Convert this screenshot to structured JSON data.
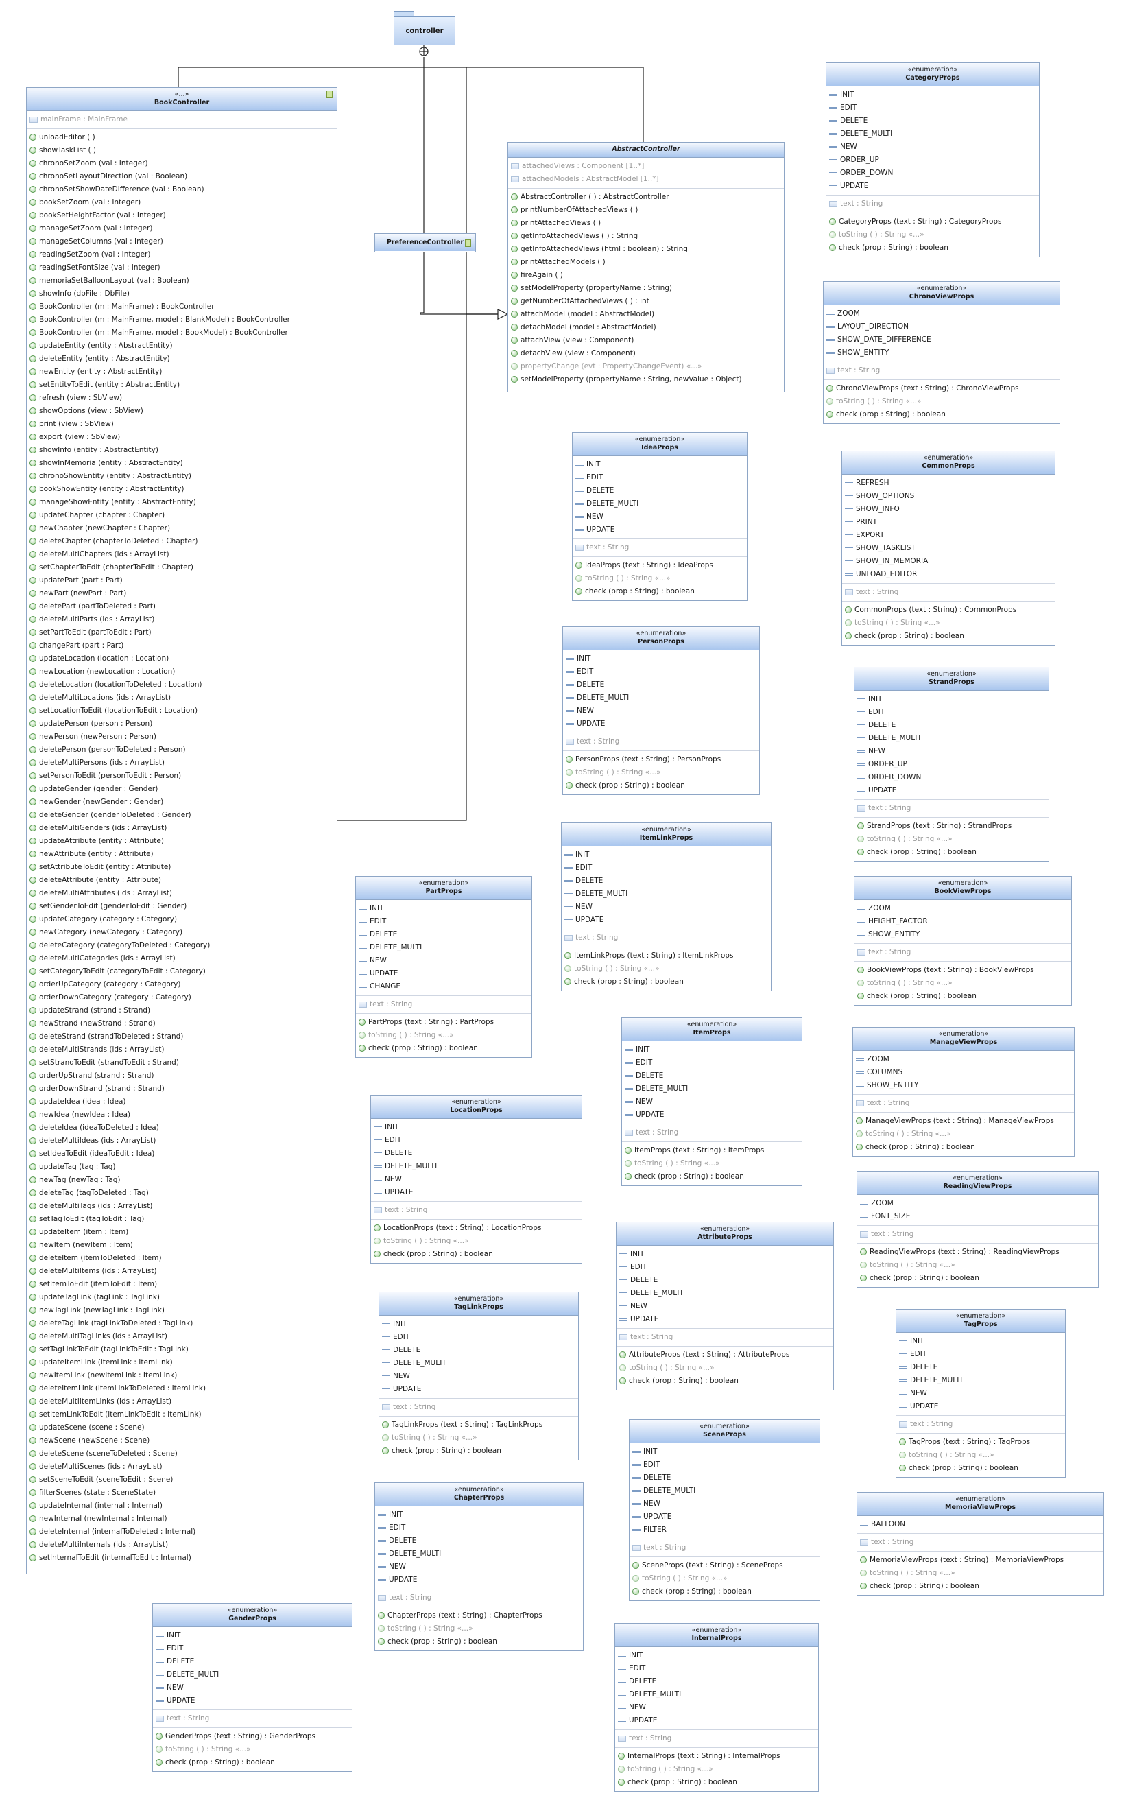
{
  "diagram": {
    "package": {
      "name": "controller"
    },
    "book_controller": {
      "stereotype": "«...»",
      "name": "BookController",
      "attributes": [
        "mainFrame : MainFrame"
      ],
      "operations": [
        "unloadEditor ( )",
        "showTaskList ( )",
        "chronoSetZoom (val : Integer)",
        "chronoSetLayoutDirection (val : Boolean)",
        "chronoSetShowDateDifference (val : Boolean)",
        "bookSetZoom (val : Integer)",
        "bookSetHeightFactor (val : Integer)",
        "manageSetZoom (val : Integer)",
        "manageSetColumns (val : Integer)",
        "readingSetZoom (val : Integer)",
        "readingSetFontSize (val : Integer)",
        "memoriaSetBalloonLayout (val : Boolean)",
        "showInfo (dbFile : DbFile)",
        "BookController (m : MainFrame) : BookController",
        "BookController (m : MainFrame, model : BlankModel) : BookController",
        "BookController (m : MainFrame, model : BookModel) : BookController",
        "updateEntity (entity : AbstractEntity)",
        "deleteEntity (entity : AbstractEntity)",
        "newEntity (entity : AbstractEntity)",
        "setEntityToEdit (entity : AbstractEntity)",
        "refresh (view : SbView)",
        "showOptions (view : SbView)",
        "print (view : SbView)",
        "export (view : SbView)",
        "showInfo (entity : AbstractEntity)",
        "showInMemoria (entity : AbstractEntity)",
        "chronoShowEntity (entity : AbstractEntity)",
        "bookShowEntity (entity : AbstractEntity)",
        "manageShowEntity (entity : AbstractEntity)",
        "updateChapter (chapter : Chapter)",
        "newChapter (newChapter : Chapter)",
        "deleteChapter (chapterToDeleted : Chapter)",
        "deleteMultiChapters (ids : ArrayList)",
        "setChapterToEdit (chapterToEdit : Chapter)",
        "updatePart (part : Part)",
        "newPart (newPart : Part)",
        "deletePart (partToDeleted : Part)",
        "deleteMultiParts (ids : ArrayList)",
        "setPartToEdit (partToEdit : Part)",
        "changePart (part : Part)",
        "updateLocation (location : Location)",
        "newLocation (newLocation : Location)",
        "deleteLocation (locationToDeleted : Location)",
        "deleteMultiLocations (ids : ArrayList)",
        "setLocationToEdit (locationToEdit : Location)",
        "updatePerson (person : Person)",
        "newPerson (newPerson : Person)",
        "deletePerson (personToDeleted : Person)",
        "deleteMultiPersons (ids : ArrayList)",
        "setPersonToEdit (personToEdit : Person)",
        "updateGender (gender : Gender)",
        "newGender (newGender : Gender)",
        "deleteGender (genderToDeleted : Gender)",
        "deleteMultiGenders (ids : ArrayList)",
        "updateAttribute (entity : Attribute)",
        "newAttribute (entity : Attribute)",
        "setAttributeToEdit (entity : Attribute)",
        "deleteAttribute (entity : Attribute)",
        "deleteMultiAttributes (ids : ArrayList)",
        "setGenderToEdit (genderToEdit : Gender)",
        "updateCategory (category : Category)",
        "newCategory (newCategory : Category)",
        "deleteCategory (categoryToDeleted : Category)",
        "deleteMultiCategories (ids : ArrayList)",
        "setCategoryToEdit (categoryToEdit : Category)",
        "orderUpCategory (category : Category)",
        "orderDownCategory (category : Category)",
        "updateStrand (strand : Strand)",
        "newStrand (newStrand : Strand)",
        "deleteStrand (strandToDeleted : Strand)",
        "deleteMultiStrands (ids : ArrayList)",
        "setStrandToEdit (strandToEdit : Strand)",
        "orderUpStrand (strand : Strand)",
        "orderDownStrand (strand : Strand)",
        "updateIdea (idea : Idea)",
        "newIdea (newIdea : Idea)",
        "deleteIdea (ideaToDeleted : Idea)",
        "deleteMultiIdeas (ids : ArrayList)",
        "setIdeaToEdit (ideaToEdit : Idea)",
        "updateTag (tag : Tag)",
        "newTag (newTag : Tag)",
        "deleteTag (tagToDeleted : Tag)",
        "deleteMultiTags (ids : ArrayList)",
        "setTagToEdit (tagToEdit : Tag)",
        "updateItem (item : Item)",
        "newItem (newItem : Item)",
        "deleteItem (itemToDeleted : Item)",
        "deleteMultiItems (ids : ArrayList)",
        "setItemToEdit (itemToEdit : Item)",
        "updateTagLink (tagLink : TagLink)",
        "newTagLink (newTagLink : TagLink)",
        "deleteTagLink (tagLinkToDeleted : TagLink)",
        "deleteMultiTagLinks (ids : ArrayList)",
        "setTagLinkToEdit (tagLinkToEdit : TagLink)",
        "updateItemLink (itemLink : ItemLink)",
        "newItemLink (newItemLink : ItemLink)",
        "deleteItemLink (itemLinkToDeleted : ItemLink)",
        "deleteMultiItemLinks (ids : ArrayList)",
        "setItemLinkToEdit (itemLinkToEdit : ItemLink)",
        "updateScene (scene : Scene)",
        "newScene (newScene : Scene)",
        "deleteScene (sceneToDeleted : Scene)",
        "deleteMultiScenes (ids : ArrayList)",
        "setSceneToEdit (sceneToEdit : Scene)",
        "filterScenes (state : SceneState)",
        "updateInternal (internal : Internal)",
        "newInternal (newInternal : Internal)",
        "deleteInternal (internalToDeleted : Internal)",
        "deleteMultiInternals (ids : ArrayList)",
        "setInternalToEdit (internalToEdit : Internal)"
      ]
    },
    "preference_controller": {
      "name": "PreferenceController"
    },
    "abstract_controller": {
      "name": "AbstractController",
      "attributes": [
        "attachedViews : Component [1..*]",
        "attachedModels : AbstractModel [1..*]"
      ],
      "operations": [
        "AbstractController ( ) : AbstractController",
        "printNumberOfAttachedViews ( )",
        "printAttachedViews ( )",
        "getInfoAttachedViews ( ) : String",
        "getInfoAttachedViews (html : boolean) : String",
        "printAttachedModels ( )",
        "fireAgain ( )",
        "setModelProperty (propertyName : String)",
        "getNumberOfAttachedViews ( ) : int",
        "attachModel (model : AbstractModel)",
        "detachModel (model : AbstractModel)",
        "attachView (view : Component)",
        "detachView (view : Component)",
        "propertyChange (evt : PropertyChangeEvent) «...»",
        "setModelProperty (propertyName : String, newValue : Object)"
      ]
    },
    "enums": [
      {
        "name": "CategoryProps",
        "literals": [
          "INIT",
          "EDIT",
          "DELETE",
          "DELETE_MULTI",
          "NEW",
          "ORDER_UP",
          "ORDER_DOWN",
          "UPDATE"
        ]
      },
      {
        "name": "ChronoViewProps",
        "literals": [
          "ZOOM",
          "LAYOUT_DIRECTION",
          "SHOW_DATE_DIFFERENCE",
          "SHOW_ENTITY"
        ]
      },
      {
        "name": "IdeaProps",
        "literals": [
          "INIT",
          "EDIT",
          "DELETE",
          "DELETE_MULTI",
          "NEW",
          "UPDATE"
        ]
      },
      {
        "name": "CommonProps",
        "literals": [
          "REFRESH",
          "SHOW_OPTIONS",
          "SHOW_INFO",
          "PRINT",
          "EXPORT",
          "SHOW_TASKLIST",
          "SHOW_IN_MEMORIA",
          "UNLOAD_EDITOR"
        ]
      },
      {
        "name": "PersonProps",
        "literals": [
          "INIT",
          "EDIT",
          "DELETE",
          "DELETE_MULTI",
          "NEW",
          "UPDATE"
        ]
      },
      {
        "name": "StrandProps",
        "literals": [
          "INIT",
          "EDIT",
          "DELETE",
          "DELETE_MULTI",
          "NEW",
          "ORDER_UP",
          "ORDER_DOWN",
          "UPDATE"
        ]
      },
      {
        "name": "ItemLinkProps",
        "literals": [
          "INIT",
          "EDIT",
          "DELETE",
          "DELETE_MULTI",
          "NEW",
          "UPDATE"
        ]
      },
      {
        "name": "PartProps",
        "literals": [
          "INIT",
          "EDIT",
          "DELETE",
          "DELETE_MULTI",
          "NEW",
          "UPDATE",
          "CHANGE"
        ]
      },
      {
        "name": "BookViewProps",
        "literals": [
          "ZOOM",
          "HEIGHT_FACTOR",
          "SHOW_ENTITY"
        ]
      },
      {
        "name": "ItemProps",
        "literals": [
          "INIT",
          "EDIT",
          "DELETE",
          "DELETE_MULTI",
          "NEW",
          "UPDATE"
        ]
      },
      {
        "name": "ManageViewProps",
        "literals": [
          "ZOOM",
          "COLUMNS",
          "SHOW_ENTITY"
        ]
      },
      {
        "name": "LocationProps",
        "literals": [
          "INIT",
          "EDIT",
          "DELETE",
          "DELETE_MULTI",
          "NEW",
          "UPDATE"
        ]
      },
      {
        "name": "ReadingViewProps",
        "literals": [
          "ZOOM",
          "FONT_SIZE"
        ]
      },
      {
        "name": "AttributeProps",
        "literals": [
          "INIT",
          "EDIT",
          "DELETE",
          "DELETE_MULTI",
          "NEW",
          "UPDATE"
        ]
      },
      {
        "name": "TagLinkProps",
        "literals": [
          "INIT",
          "EDIT",
          "DELETE",
          "DELETE_MULTI",
          "NEW",
          "UPDATE"
        ]
      },
      {
        "name": "TagProps",
        "literals": [
          "INIT",
          "EDIT",
          "DELETE",
          "DELETE_MULTI",
          "NEW",
          "UPDATE"
        ]
      },
      {
        "name": "SceneProps",
        "literals": [
          "INIT",
          "EDIT",
          "DELETE",
          "DELETE_MULTI",
          "NEW",
          "UPDATE",
          "FILTER"
        ]
      },
      {
        "name": "ChapterProps",
        "literals": [
          "INIT",
          "EDIT",
          "DELETE",
          "DELETE_MULTI",
          "NEW",
          "UPDATE"
        ]
      },
      {
        "name": "MemoriaViewProps",
        "literals": [
          "BALLOON"
        ]
      },
      {
        "name": "GenderProps",
        "literals": [
          "INIT",
          "EDIT",
          "DELETE",
          "DELETE_MULTI",
          "NEW",
          "UPDATE"
        ]
      },
      {
        "name": "InternalProps",
        "literals": [
          "INIT",
          "EDIT",
          "DELETE",
          "DELETE_MULTI",
          "NEW",
          "UPDATE"
        ]
      }
    ],
    "enum_stereotype": "«enumeration»",
    "enum_attribute": "text : String",
    "enum_tostring": "toString ( ) : String «...»",
    "enum_check": "check (prop : String) : boolean",
    "enum_ctor_suffix": " (text : String) : "
  },
  "colors": {
    "header_top": "#f6f9fe",
    "header_bottom": "#a9c6ee",
    "border": "#8ea6c6",
    "line": "#222222"
  },
  "icons": {
    "literal": "enum-literal-icon",
    "attribute": "attribute-icon",
    "operation": "operation-icon",
    "note": "note-icon"
  }
}
